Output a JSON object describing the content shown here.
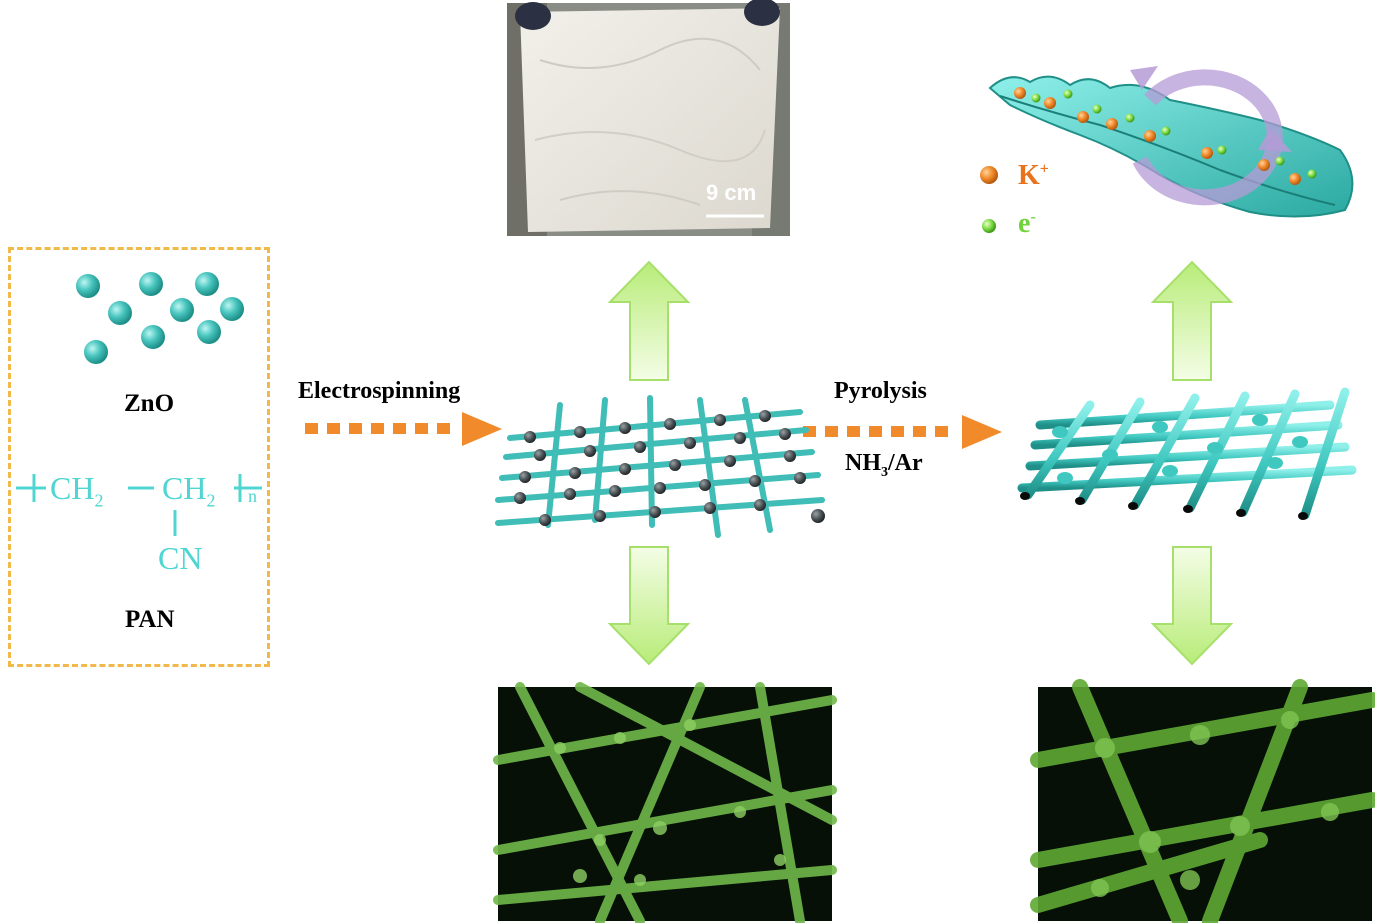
{
  "precursor": {
    "zno_label": "ZnO",
    "pan_label": "PAN",
    "formula": {
      "left_group": "CH",
      "left_sub": "2",
      "right_group": "CH",
      "right_sub": "2",
      "subscript_n": "n",
      "side_group": "CN"
    }
  },
  "steps": {
    "electrospinning": "Electrospinning",
    "pyrolysis": "Pyrolysis",
    "atmosphere_main": "NH",
    "atmosphere_sub": "3",
    "atmosphere_tail": "/Ar"
  },
  "photo": {
    "scale_bar": "9 cm"
  },
  "legend": {
    "k_label": "K",
    "k_sup": "+",
    "e_label": "e",
    "e_sup": "-"
  },
  "colors": {
    "fiber": "#4fd6d2",
    "zno_particle": "#3fbdb6",
    "orange_arrow": "#f08a2a",
    "green_arrow": "#c6ef8a",
    "box_border": "#f0b94a",
    "k_ion": "#e8731c",
    "electron": "#6fd43a"
  }
}
